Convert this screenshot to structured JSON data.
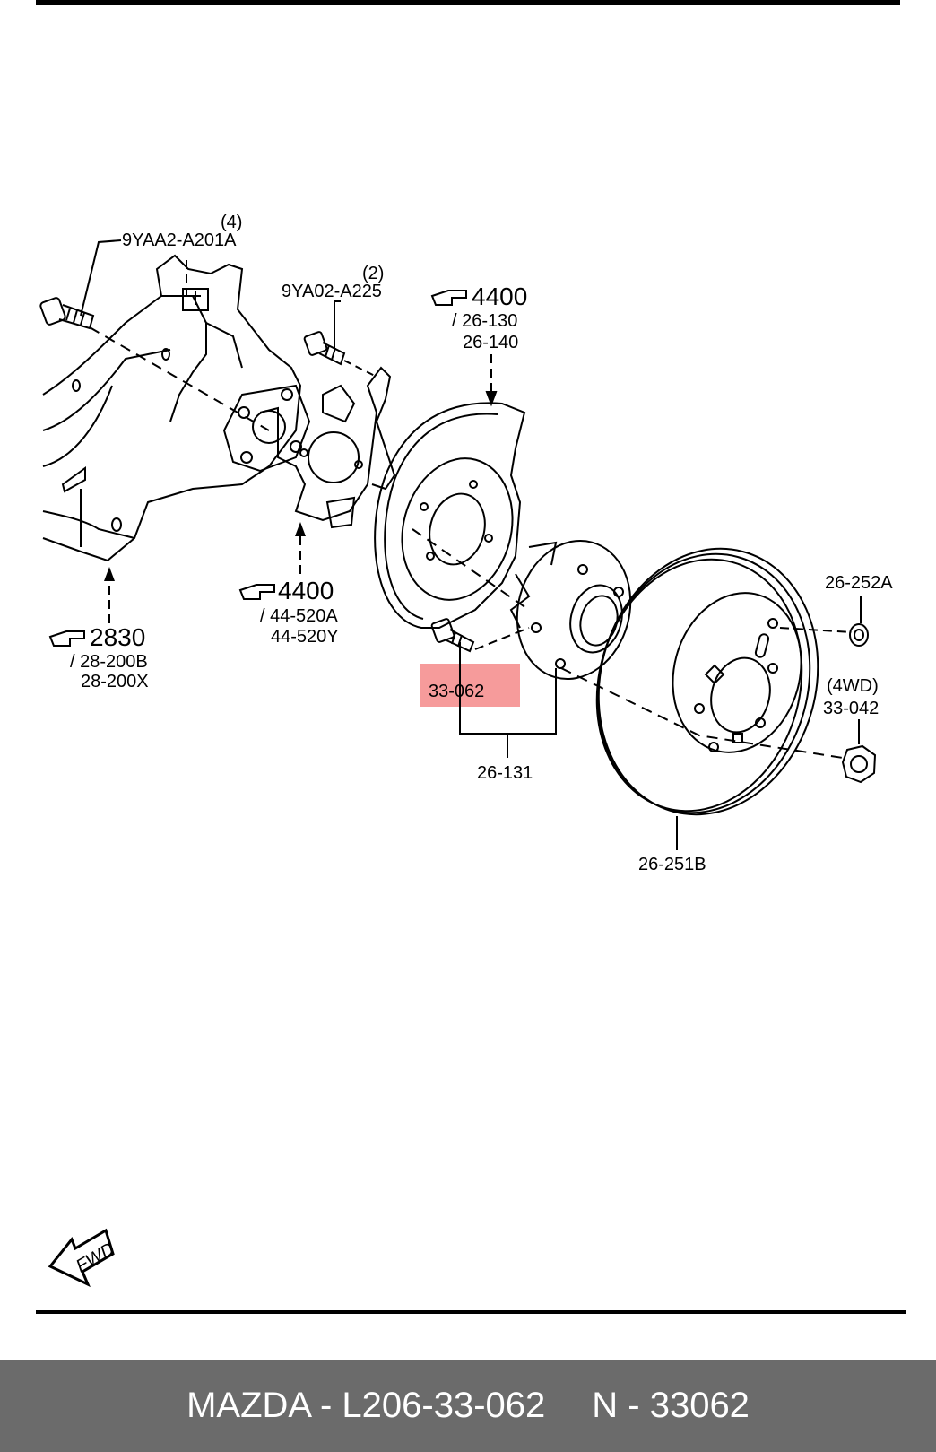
{
  "diagram": {
    "labels": {
      "qty4": "(4)",
      "bolt_9yaa2": "9YAA2-A201A",
      "qty2": "(2)",
      "bolt_9ya02": "9YA02-A225",
      "ref_4400_top": "4400",
      "ref_26_130": "/ 26-130",
      "ref_26_140": "26-140",
      "ref_4400_mid": "4400",
      "ref_44_520a": "/ 44-520A",
      "ref_44_520y": "44-520Y",
      "ref_2830": "2830",
      "ref_28_200b": "/ 28-200B",
      "ref_28_200x": "28-200X",
      "part_33_062": "33-062",
      "part_26_131": "26-131",
      "part_26_252a": "26-252A",
      "qty_4wd": "(4WD)",
      "part_33_042": "33-042",
      "part_26_251b": "26-251B",
      "fwd": "FWD"
    },
    "highlight_color": "#f58a8a"
  },
  "footer": {
    "part_number": "MAZDA - L206-33-062",
    "alt_number": "N - 33062"
  }
}
